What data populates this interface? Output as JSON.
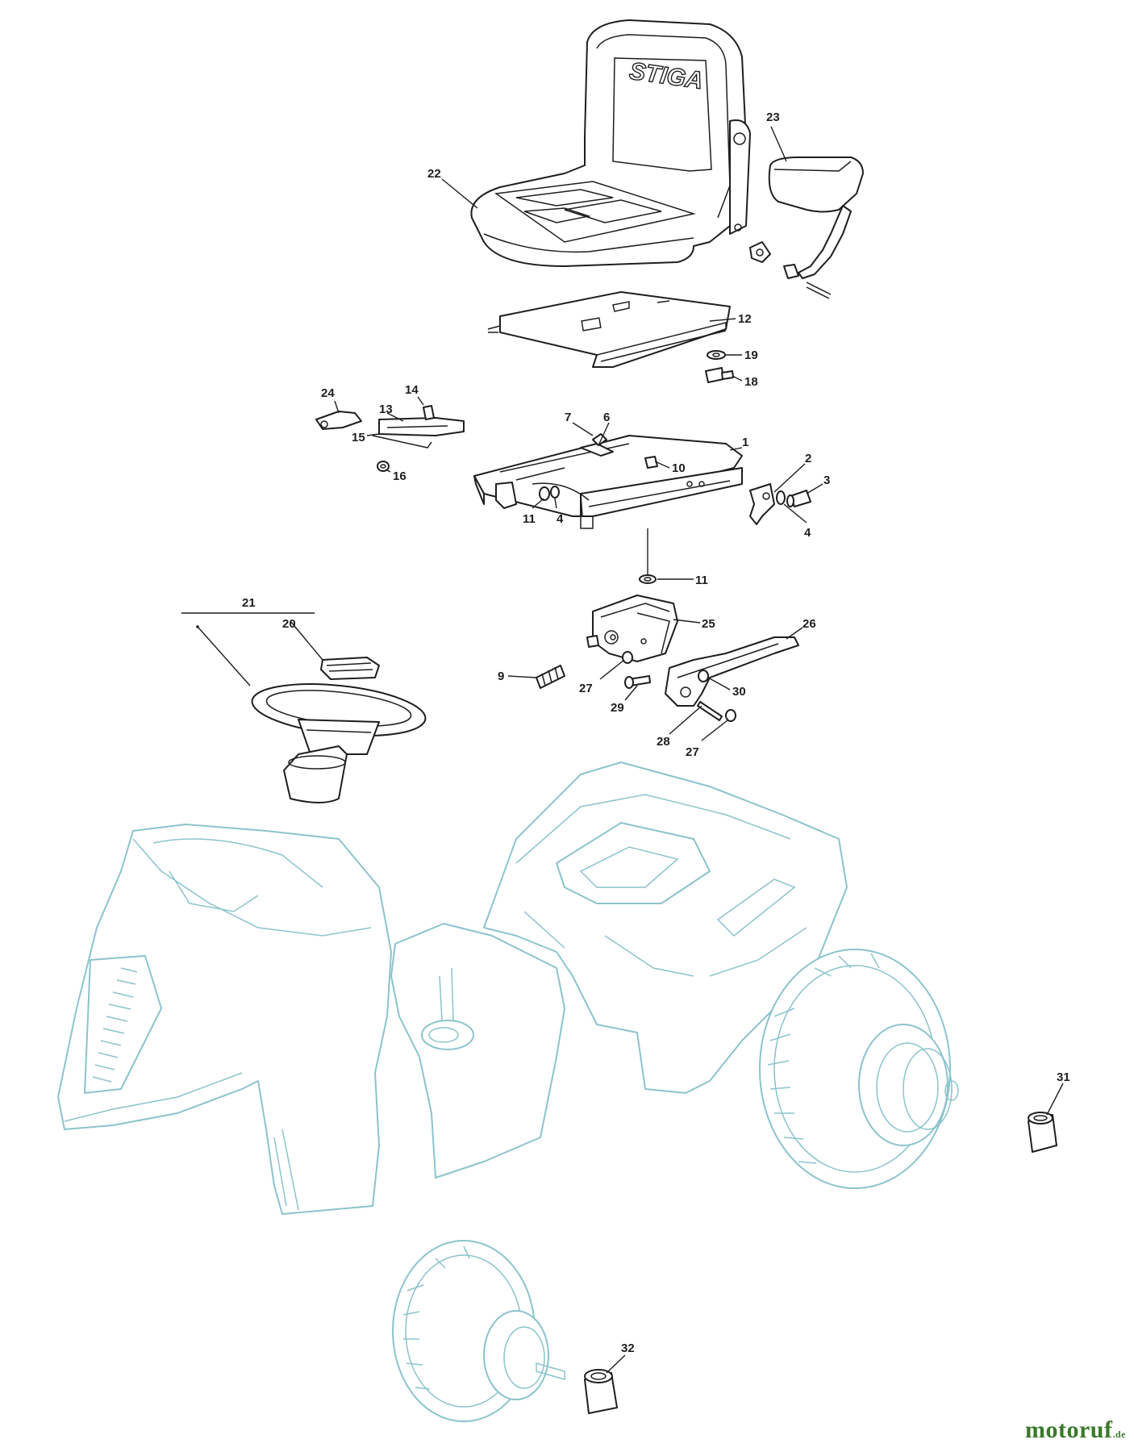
{
  "diagram": {
    "brand_logo": "STIGA",
    "watermark": {
      "name": "motoruf",
      "tld": ".de"
    },
    "part_labels": [
      {
        "id": "p22",
        "text": "22"
      },
      {
        "id": "p23",
        "text": "23"
      },
      {
        "id": "p12",
        "text": "12"
      },
      {
        "id": "p19",
        "text": "19"
      },
      {
        "id": "p18",
        "text": "18"
      },
      {
        "id": "p24",
        "text": "24"
      },
      {
        "id": "p14",
        "text": "14"
      },
      {
        "id": "p13",
        "text": "13"
      },
      {
        "id": "p15",
        "text": "15"
      },
      {
        "id": "p16",
        "text": "16"
      },
      {
        "id": "p7",
        "text": "7"
      },
      {
        "id": "p6",
        "text": "6"
      },
      {
        "id": "p1",
        "text": "1"
      },
      {
        "id": "p10",
        "text": "10"
      },
      {
        "id": "p2",
        "text": "2"
      },
      {
        "id": "p3",
        "text": "3"
      },
      {
        "id": "p11a",
        "text": "11"
      },
      {
        "id": "p4a",
        "text": "4"
      },
      {
        "id": "p4b",
        "text": "4"
      },
      {
        "id": "p11b",
        "text": "11"
      },
      {
        "id": "p21",
        "text": "21"
      },
      {
        "id": "p20",
        "text": "20"
      },
      {
        "id": "p25",
        "text": "25"
      },
      {
        "id": "p26",
        "text": "26"
      },
      {
        "id": "p9",
        "text": "9"
      },
      {
        "id": "p27a",
        "text": "27"
      },
      {
        "id": "p29",
        "text": "29"
      },
      {
        "id": "p30",
        "text": "30"
      },
      {
        "id": "p28",
        "text": "28"
      },
      {
        "id": "p27b",
        "text": "27"
      },
      {
        "id": "p31",
        "text": "31"
      },
      {
        "id": "p32",
        "text": "32"
      }
    ]
  }
}
